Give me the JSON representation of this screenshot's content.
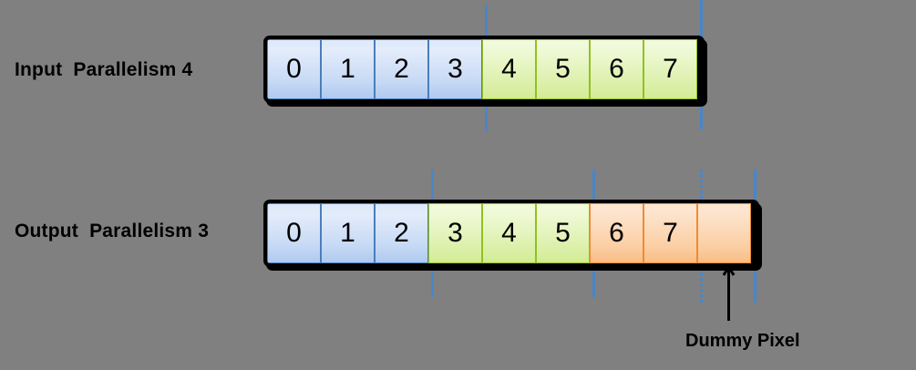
{
  "diagram": {
    "title": "Input/Output parallelism pixel packing diagram",
    "background_color": "#808080",
    "guide_line_color": "#4a86c8",
    "rows": [
      {
        "id": "input-row",
        "label": "Input  Parallelism 4",
        "parallelism": 4,
        "cells": [
          {
            "value": "0",
            "color_group": "blue"
          },
          {
            "value": "1",
            "color_group": "blue"
          },
          {
            "value": "2",
            "color_group": "blue"
          },
          {
            "value": "3",
            "color_group": "blue"
          },
          {
            "value": "4",
            "color_group": "green"
          },
          {
            "value": "5",
            "color_group": "green"
          },
          {
            "value": "6",
            "color_group": "green"
          },
          {
            "value": "7",
            "color_group": "green"
          }
        ]
      },
      {
        "id": "output-row",
        "label": "Output  Parallelism 3",
        "parallelism": 3,
        "cells": [
          {
            "value": "0",
            "color_group": "blue"
          },
          {
            "value": "1",
            "color_group": "blue"
          },
          {
            "value": "2",
            "color_group": "blue"
          },
          {
            "value": "3",
            "color_group": "green"
          },
          {
            "value": "4",
            "color_group": "green"
          },
          {
            "value": "5",
            "color_group": "green"
          },
          {
            "value": "6",
            "color_group": "orange"
          },
          {
            "value": "7",
            "color_group": "orange"
          },
          {
            "value": "",
            "color_group": "orange"
          }
        ]
      }
    ],
    "annotation": {
      "label": "Dummy Pixel",
      "arrow": "up-arrow-icon"
    },
    "colors": {
      "blue_fill_top": "#dfe9fa",
      "blue_fill_bottom": "#b0c9f0",
      "blue_border": "#4a7ebb",
      "green_fill_top": "#f2fade",
      "green_fill_bottom": "#d3ec95",
      "green_border": "#93c01f",
      "orange_fill_top": "#fde8d5",
      "orange_fill_bottom": "#f9bd86",
      "orange_border": "#ef8b32",
      "bar_border": "#000000",
      "guide": "#4a86c8"
    }
  }
}
